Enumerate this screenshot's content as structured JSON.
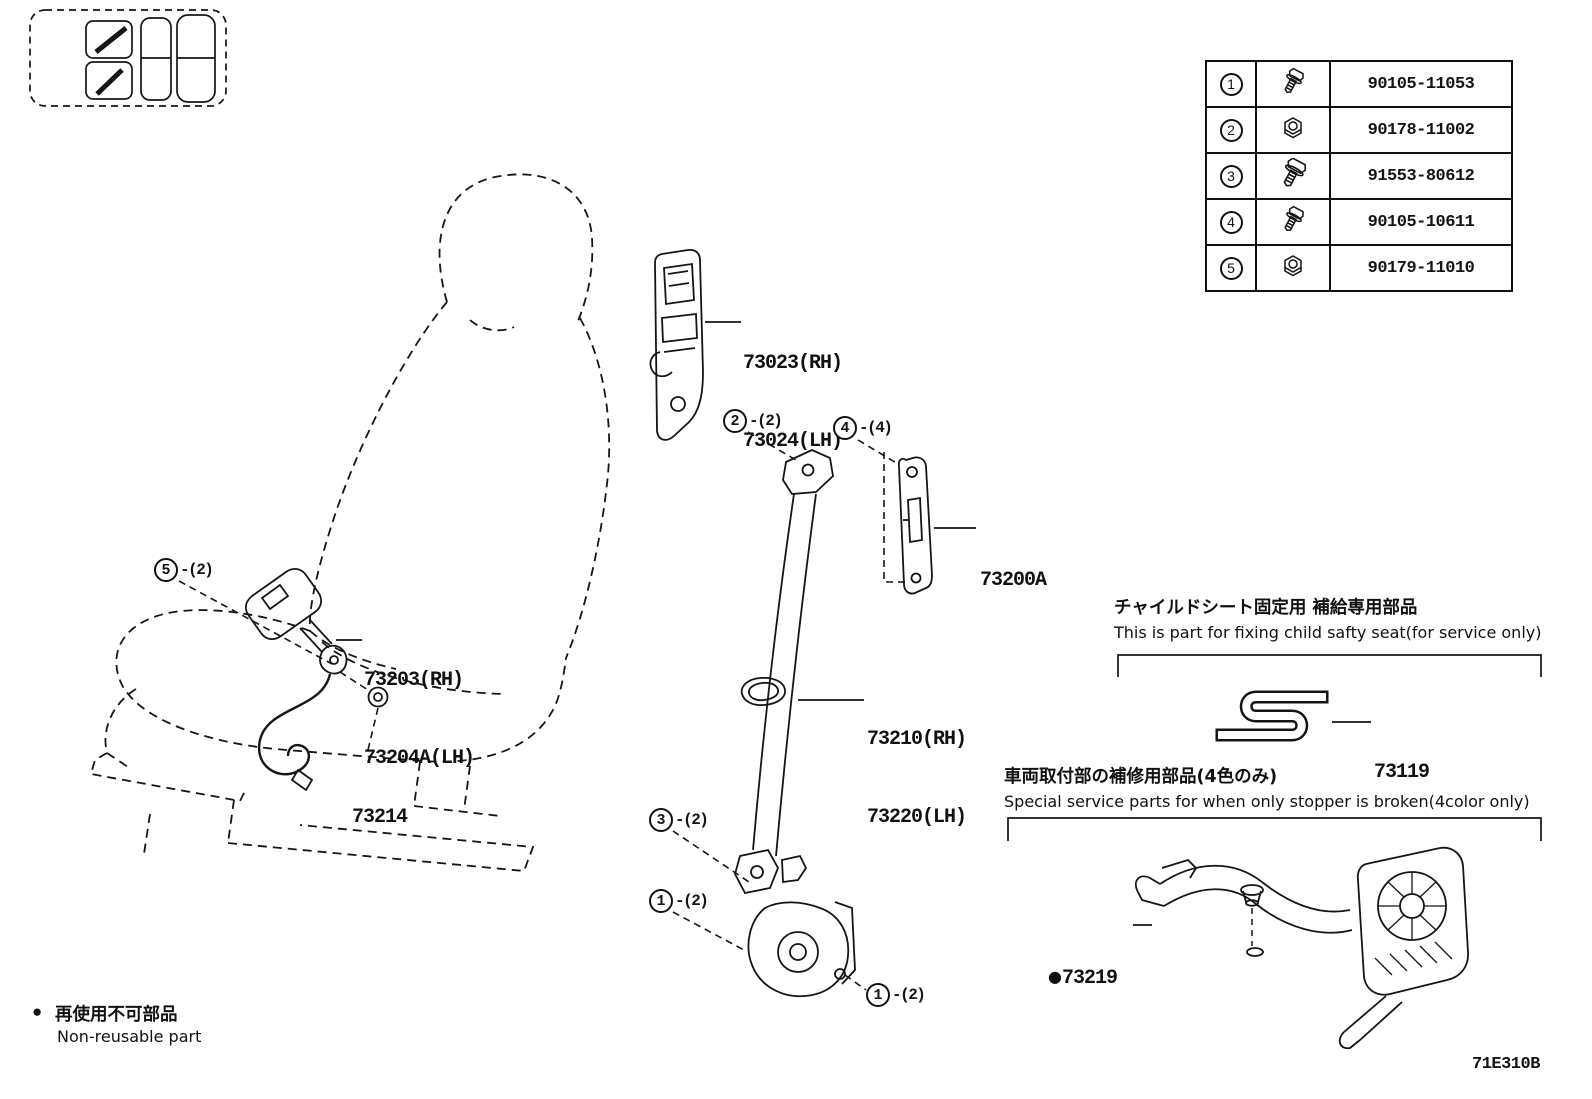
{
  "diagram": {
    "code": "71E310B"
  },
  "colors": {
    "ink": "#151515"
  },
  "fastener_table": {
    "rows": [
      {
        "index": "1",
        "icon": "bolt-icon",
        "part_number": "90105-11053"
      },
      {
        "index": "2",
        "icon": "nut-icon",
        "part_number": "90178-11002"
      },
      {
        "index": "3",
        "icon": "bolt-icon",
        "part_number": "91553-80612"
      },
      {
        "index": "4",
        "icon": "bolt-icon",
        "part_number": "90105-10611"
      },
      {
        "index": "5",
        "icon": "nut-icon",
        "part_number": "90179-11010"
      }
    ]
  },
  "part_labels": {
    "pillar_anchor_rh": "73023(RH)",
    "pillar_anchor_lh": "73024(LH)",
    "adjuster": "73200A",
    "outer_belt_rh": "73210(RH)",
    "outer_belt_lh": "73220(LH)",
    "inner_belt_rh": "73203(RH)",
    "inner_belt_lh": "73204A(LH)",
    "ring": "73214",
    "child_clip": "73119",
    "stopper_bullet": "●",
    "stopper": "73219"
  },
  "callouts": {
    "c2": {
      "num": "2",
      "qty": "-(2)"
    },
    "c4": {
      "num": "4",
      "qty": "-(4)"
    },
    "c5": {
      "num": "5",
      "qty": "-(2)"
    },
    "c3": {
      "num": "3",
      "qty": "-(2)"
    },
    "c1a": {
      "num": "1",
      "qty": "-(2)"
    },
    "c1b": {
      "num": "1",
      "qty": "-(2)"
    }
  },
  "notes": {
    "child_seat_jp": "チャイルドシート固定用 補給専用部品",
    "child_seat_en": "This is part for fixing child safty seat(for service only)",
    "stopper_jp": "車両取付部の補修用部品(4色のみ)",
    "stopper_en": "Special service parts for when only stopper is broken(4color only)",
    "legend_bullet": "●",
    "legend_jp": "再使用不可部品",
    "legend_en": "Non-reusable part"
  }
}
